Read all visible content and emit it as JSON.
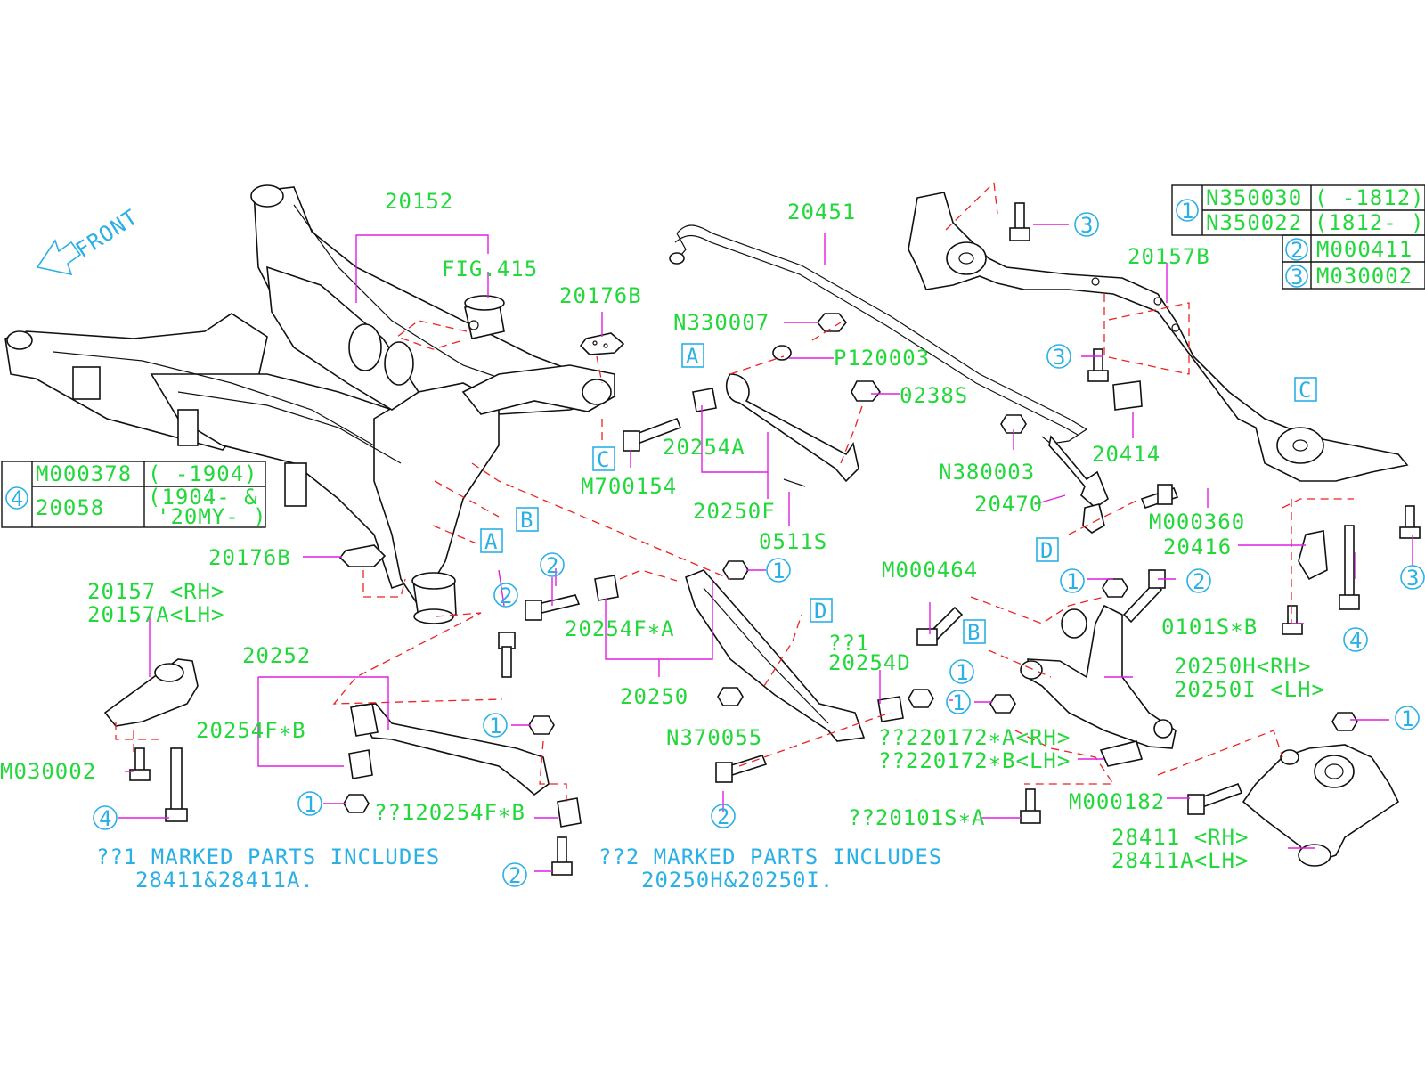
{
  "front_label": "FRONT",
  "parts": {
    "p20152": "20152",
    "fig415": "FIG.415",
    "p20176B_top": "20176B",
    "p20451": "20451",
    "p20157B": "20157B",
    "N330007": "N330007",
    "P120003": "P120003",
    "p0238S": "0238S",
    "p20254A": "20254A",
    "M700154": "M700154",
    "p20250F": "20250F",
    "p0511S": "0511S",
    "N380003": "N380003",
    "p20414": "20414",
    "p20470": "20470",
    "M000360": "M000360",
    "p20416": "20416",
    "p20176B_low": "20176B",
    "p20157_rh": "20157 <RH>",
    "p20157A_lh": "20157A<LH>",
    "p20252": "20252",
    "p20254FB": "20254F∗B",
    "M030002": "M030002",
    "p20254FA": "20254F∗A",
    "p20250": "20250",
    "M000464": "M000464",
    "m1_mark": "??1",
    "p20254D": "20254D",
    "N370055": "N370055",
    "p20172A": "??220172∗A<RH>",
    "p20172B": "??220172∗B<LH>",
    "p0101SB": "0101S∗B",
    "p20250H": "20250H<RH>",
    "p20250I": "20250I <LH>",
    "M000182": "M000182",
    "p0101SA": "??20101S∗A",
    "p20254FB2": "??120254F∗B",
    "p28411_rh": "28411 <RH>",
    "p28411A_lh": "28411A<LH>"
  },
  "refs": {
    "A": "A",
    "B": "B",
    "C": "C",
    "D": "D",
    "n1": "1",
    "n2": "2",
    "n3": "3",
    "n4": "4"
  },
  "legend_tr": [
    {
      "ref": "1",
      "part": "N350030",
      "date": "( -1812)"
    },
    {
      "ref": "",
      "part": "N350022",
      "date": "(1812- )"
    },
    {
      "ref": "2",
      "part": "M000411",
      "date": ""
    },
    {
      "ref": "3",
      "part": "M030002",
      "date": ""
    }
  ],
  "legend_left": [
    {
      "ref": "4",
      "part": "M000378",
      "date": "( -1904)"
    },
    {
      "ref": "",
      "part": "20058",
      "date": "(1904- &",
      "date2": "'20MY- )"
    }
  ],
  "notes": {
    "note1_line1": "??1 MARKED PARTS INCLUDES",
    "note1_line2": "28411&28411A.",
    "note2_line1": "??2 MARKED PARTS INCLUDES",
    "note2_line2": "20250H&20250I."
  },
  "colors": {
    "part_number": "#22d83a",
    "reference": "#2bb0e6",
    "leader": "#e020e0",
    "dashed": "#ee2222",
    "outline": "#111111"
  }
}
